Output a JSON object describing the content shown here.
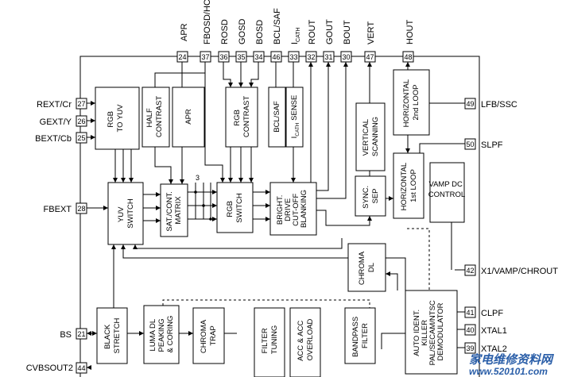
{
  "top_pins": [
    {
      "label": "APR",
      "num": "24"
    },
    {
      "label": "FBOSD/HC",
      "num": "37"
    },
    {
      "label": "ROSD",
      "num": "36"
    },
    {
      "label": "GOSD",
      "num": "35"
    },
    {
      "label": "BOSD",
      "num": "34"
    },
    {
      "label": "BCL/SAF",
      "num": "46"
    },
    {
      "label": "I",
      "sub": "CATH",
      "num": "33"
    },
    {
      "label": "ROUT",
      "num": "32"
    },
    {
      "label": "GOUT",
      "num": "31"
    },
    {
      "label": "BOUT",
      "num": "30"
    },
    {
      "label": "VERT",
      "num": "47"
    },
    {
      "label": "HOUT",
      "num": "48"
    }
  ],
  "left_pins": [
    {
      "label": "REXT/Cr",
      "num": "27"
    },
    {
      "label": "GEXT/Y",
      "num": "26"
    },
    {
      "label": "BEXT/Cb",
      "num": "25"
    },
    {
      "label": "FBEXT",
      "num": "28"
    },
    {
      "label": "BS",
      "num": "21"
    },
    {
      "label": "CVBSOUT2",
      "num": "44"
    }
  ],
  "right_pins": [
    {
      "label": "LFB/SSC",
      "num": "49"
    },
    {
      "label": "SLPF",
      "num": "50"
    },
    {
      "label": "X1/VAMP/CHROUT",
      "num": "42"
    },
    {
      "label": "CLPF",
      "num": "41"
    },
    {
      "label": "XTAL1",
      "num": "40"
    },
    {
      "label": "XTAL2",
      "num": "39"
    }
  ],
  "blocks": [
    {
      "id": "rgb-to-yuv",
      "lines": [
        "RGB",
        "TO YUV"
      ]
    },
    {
      "id": "half-contrast",
      "lines": [
        "HALF",
        "CONTRAST"
      ]
    },
    {
      "id": "apr",
      "lines": [
        "APR"
      ]
    },
    {
      "id": "rgb-contrast",
      "lines": [
        "RGB",
        "CONTRAST"
      ]
    },
    {
      "id": "bcl-saf",
      "lines": [
        "BCL/SAF"
      ]
    },
    {
      "id": "icath-sense",
      "lines": [
        "I",
        "SENSE"
      ],
      "sub": "CATH"
    },
    {
      "id": "vertical-scanning",
      "lines": [
        "VERTICAL",
        "SCANNING"
      ]
    },
    {
      "id": "horizontal-2nd-loop",
      "lines": [
        "HORIZONTAL",
        "2nd LOOP"
      ]
    },
    {
      "id": "yuv-switch",
      "lines": [
        "YUV",
        "SWITCH"
      ]
    },
    {
      "id": "sat-cont-matrix",
      "lines": [
        "SAT./CONT.",
        "MATRIX"
      ]
    },
    {
      "id": "rgb-switch",
      "lines": [
        "RGB",
        "SWITCH"
      ]
    },
    {
      "id": "bright-drive",
      "lines": [
        "BRIGHT.",
        "DRIVE",
        "CUT-OFF",
        "BLANKING"
      ]
    },
    {
      "id": "sync-sep",
      "lines": [
        "SYNC.",
        "SEP"
      ]
    },
    {
      "id": "horizontal-1st-loop",
      "lines": [
        "HORIZONTAL",
        "1st LOOP"
      ]
    },
    {
      "id": "vamp-dc-control",
      "lines": [
        "VAMP DC",
        "CONTROL"
      ]
    },
    {
      "id": "chroma-dl",
      "lines": [
        "CHROMA",
        "DL"
      ]
    },
    {
      "id": "black-stretch",
      "lines": [
        "BLACK",
        "STRETCH"
      ]
    },
    {
      "id": "luma-dl",
      "lines": [
        "LUMA DL",
        "PEAKING",
        "& CORING"
      ]
    },
    {
      "id": "chroma-trap",
      "lines": [
        "CHROMA",
        "TRAP"
      ]
    },
    {
      "id": "filter-tuning",
      "lines": [
        "FILTER",
        "TUNING"
      ]
    },
    {
      "id": "acc-overload",
      "lines": [
        "ACC & ACC",
        "OVERLOAD"
      ]
    },
    {
      "id": "bandpass-filter",
      "lines": [
        "BANDPASS",
        "FILTER"
      ]
    },
    {
      "id": "demodulator",
      "lines": [
        "AUTO IDENT.",
        "KILLER",
        "PAL/SECAM/NTSC",
        "DEMODULATOR"
      ]
    }
  ],
  "matrix_tag": "3",
  "watermark": {
    "main": "家电维修资料网",
    "sub": "www.520101.com"
  }
}
